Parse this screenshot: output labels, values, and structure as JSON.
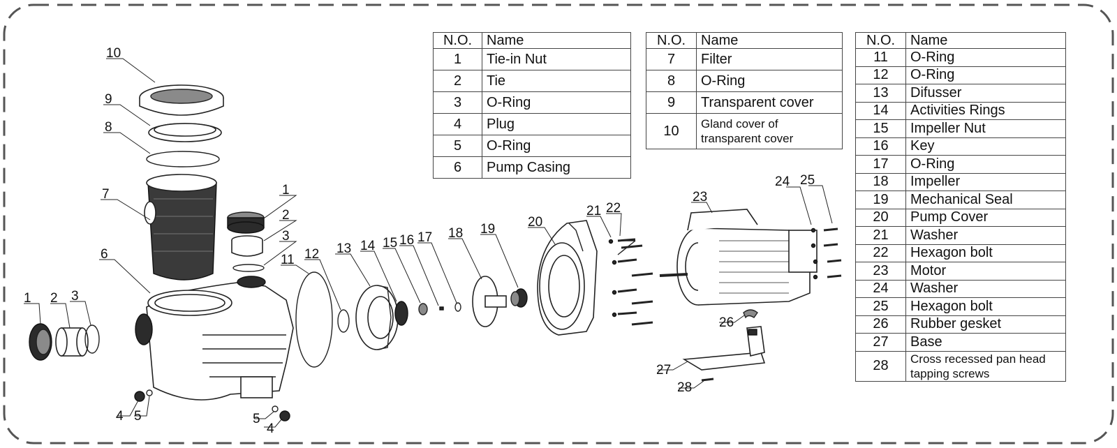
{
  "tables": [
    {
      "header": {
        "no": "N.O.",
        "name": "Name"
      },
      "rows": [
        {
          "no": "1",
          "name": "Tie-in Nut"
        },
        {
          "no": "2",
          "name": "Tie"
        },
        {
          "no": "3",
          "name": "O-Ring"
        },
        {
          "no": "4",
          "name": "Plug"
        },
        {
          "no": "5",
          "name": "O-Ring"
        },
        {
          "no": "6",
          "name": "Pump Casing"
        }
      ]
    },
    {
      "header": {
        "no": "N.O.",
        "name": "Name"
      },
      "rows": [
        {
          "no": "7",
          "name": "Filter"
        },
        {
          "no": "8",
          "name": "O-Ring"
        },
        {
          "no": "9",
          "name": "Transparent cover"
        },
        {
          "no": "10",
          "name": "Gland cover of transparent cover"
        }
      ]
    },
    {
      "header": {
        "no": "N.O.",
        "name": "Name"
      },
      "rows": [
        {
          "no": "11",
          "name": "O-Ring"
        },
        {
          "no": "12",
          "name": "O-Ring"
        },
        {
          "no": "13",
          "name": "Difusser"
        },
        {
          "no": "14",
          "name": "Activities Rings"
        },
        {
          "no": "15",
          "name": "Impeller Nut"
        },
        {
          "no": "16",
          "name": "Key"
        },
        {
          "no": "17",
          "name": "O-Ring"
        },
        {
          "no": "18",
          "name": "Impeller"
        },
        {
          "no": "19",
          "name": "Mechanical Seal"
        },
        {
          "no": "20",
          "name": "Pump Cover"
        },
        {
          "no": "21",
          "name": "Washer"
        },
        {
          "no": "22",
          "name": "Hexagon bolt"
        },
        {
          "no": "23",
          "name": "Motor"
        },
        {
          "no": "24",
          "name": "Washer"
        },
        {
          "no": "25",
          "name": "Hexagon bolt"
        },
        {
          "no": "26",
          "name": "Rubber gesket"
        },
        {
          "no": "27",
          "name": "Base"
        },
        {
          "no": "28",
          "name": "Cross recessed pan head tapping screws"
        }
      ]
    }
  ],
  "callouts": {
    "c1": "1",
    "c2": "2",
    "c3": "3",
    "c4": "4",
    "c5": "5",
    "c6": "6",
    "c7": "7",
    "c8": "8",
    "c9": "9",
    "c10": "10",
    "c11": "11",
    "c12": "12",
    "c13": "13",
    "c14": "14",
    "c15": "15",
    "c16": "16",
    "c17": "17",
    "c18": "18",
    "c19": "19",
    "c20": "20",
    "c21": "21",
    "c22": "22",
    "c23": "23",
    "c24": "24",
    "c25": "25",
    "c26": "26",
    "c27": "27",
    "c28": "28"
  }
}
